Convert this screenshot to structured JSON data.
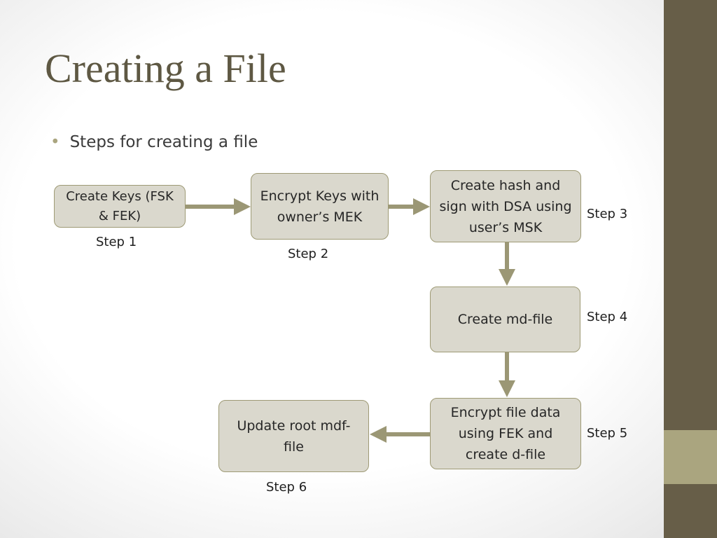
{
  "slide": {
    "title": "Creating a File",
    "bullet": "Steps for creating a file"
  },
  "diagram": {
    "boxes": [
      {
        "id": "create-keys",
        "text": "Create Keys (FSK & FEK)"
      },
      {
        "id": "encrypt-keys",
        "text": "Encrypt Keys with owner’s MEK"
      },
      {
        "id": "create-hash",
        "text": "Create hash and sign with DSA using user’s MSK"
      },
      {
        "id": "create-md-file",
        "text": "Create md-file"
      },
      {
        "id": "encrypt-file-data",
        "text": "Encrypt file data using FEK and create d-file"
      },
      {
        "id": "update-root",
        "text": "Update root mdf-file"
      }
    ],
    "steps": [
      "Step 1",
      "Step 2",
      "Step 3",
      "Step 4",
      "Step 5",
      "Step 6"
    ],
    "edges": [
      {
        "from": "create-keys",
        "to": "encrypt-keys"
      },
      {
        "from": "encrypt-keys",
        "to": "create-hash"
      },
      {
        "from": "create-hash",
        "to": "create-md-file"
      },
      {
        "from": "create-md-file",
        "to": "encrypt-file-data"
      },
      {
        "from": "encrypt-file-data",
        "to": "update-root"
      }
    ]
  },
  "colors": {
    "title": "#5e5843",
    "sidebar": "#675e48",
    "sidebar_accent": "#aaa57f",
    "box_fill": "#dad8cd",
    "box_border": "#9e9a75",
    "arrow": "#9b9775"
  }
}
